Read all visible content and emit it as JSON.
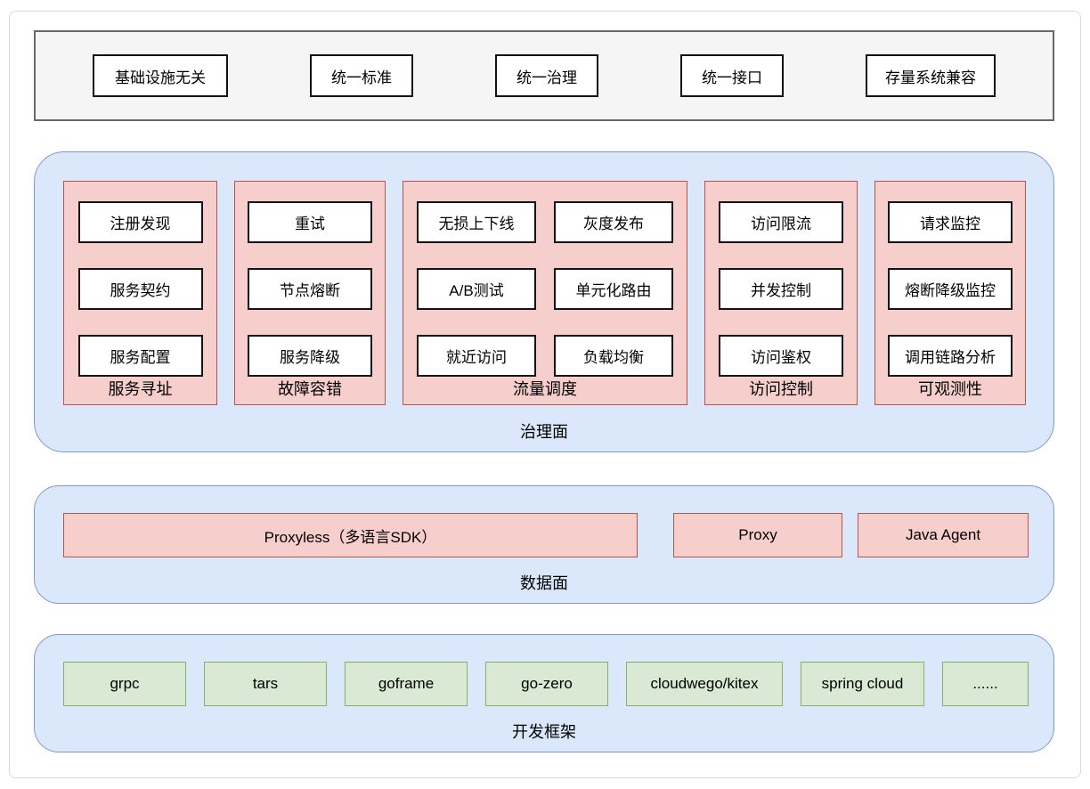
{
  "colors": {
    "pink_fill": "#f6cfcd",
    "pink_border": "#b85450",
    "blue_fill": "#dbe8fb",
    "blue_border": "#7d99cc",
    "green_fill": "#d9e9d3",
    "green_border": "#83b266",
    "gray_bar_fill": "#f5f5f5",
    "gray_bar_border": "#686868"
  },
  "top_bar": {
    "items": [
      "基础设施无关",
      "统一标准",
      "统一治理",
      "统一接口",
      "存量系统兼容"
    ]
  },
  "governance_plane": {
    "label": "治理面",
    "sections": [
      {
        "label": "服务寻址",
        "columns": 1,
        "items": [
          "注册发现",
          "服务契约",
          "服务配置"
        ]
      },
      {
        "label": "故障容错",
        "columns": 1,
        "items": [
          "重试",
          "节点熔断",
          "服务降级"
        ]
      },
      {
        "label": "流量调度",
        "columns": 2,
        "items": [
          "无损上下线",
          "灰度发布",
          "A/B测试",
          "单元化路由",
          "就近访问",
          "负载均衡"
        ]
      },
      {
        "label": "访问控制",
        "columns": 1,
        "items": [
          "访问限流",
          "并发控制",
          "访问鉴权"
        ]
      },
      {
        "label": "可观测性",
        "columns": 1,
        "items": [
          "请求监控",
          "熔断降级监控",
          "调用链路分析"
        ]
      }
    ]
  },
  "data_plane": {
    "label": "数据面",
    "items": [
      "Proxyless（多语言SDK）",
      "Proxy",
      "Java Agent"
    ]
  },
  "dev_framework": {
    "label": "开发框架",
    "items": [
      "grpc",
      "tars",
      "goframe",
      "go-zero",
      "cloudwego/kitex",
      "spring cloud",
      "......"
    ]
  }
}
